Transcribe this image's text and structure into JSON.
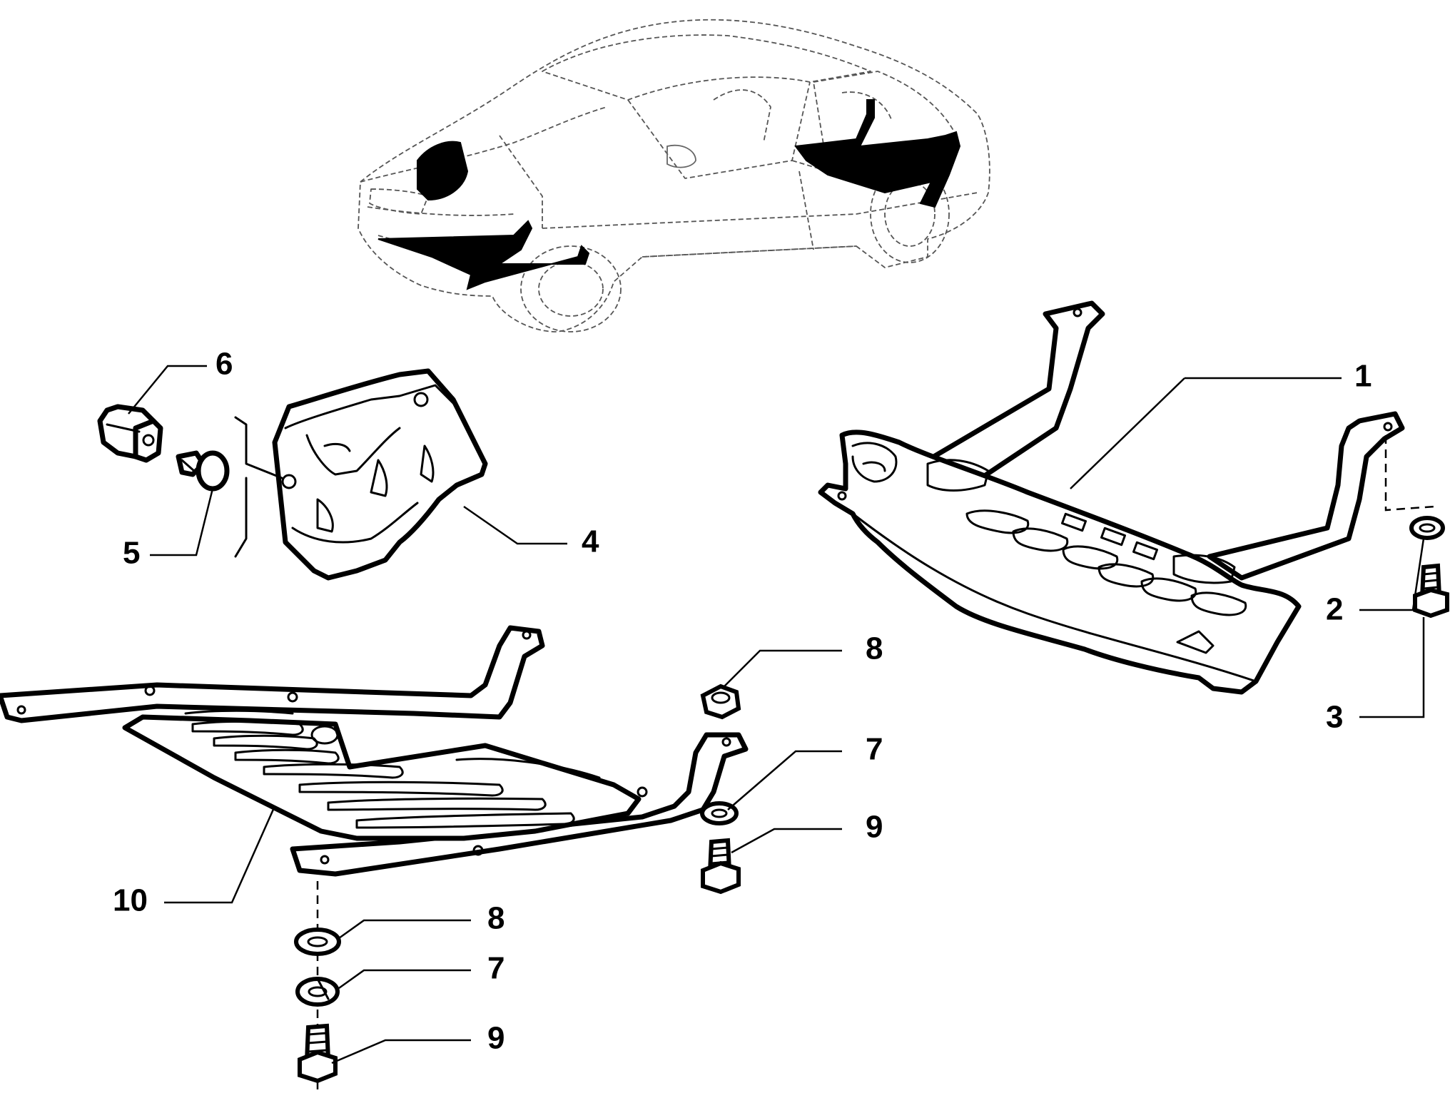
{
  "diagram": {
    "callouts": {
      "c1": "1",
      "c2": "2",
      "c3": "3",
      "c4": "4",
      "c5": "5",
      "c6": "6",
      "c7a": "7",
      "c7b": "7",
      "c8a": "8",
      "c8b": "8",
      "c9a": "9",
      "c9b": "9",
      "c10": "10"
    },
    "colors": {
      "line": "#000000",
      "background": "#ffffff",
      "car_outline": "#555555"
    }
  }
}
